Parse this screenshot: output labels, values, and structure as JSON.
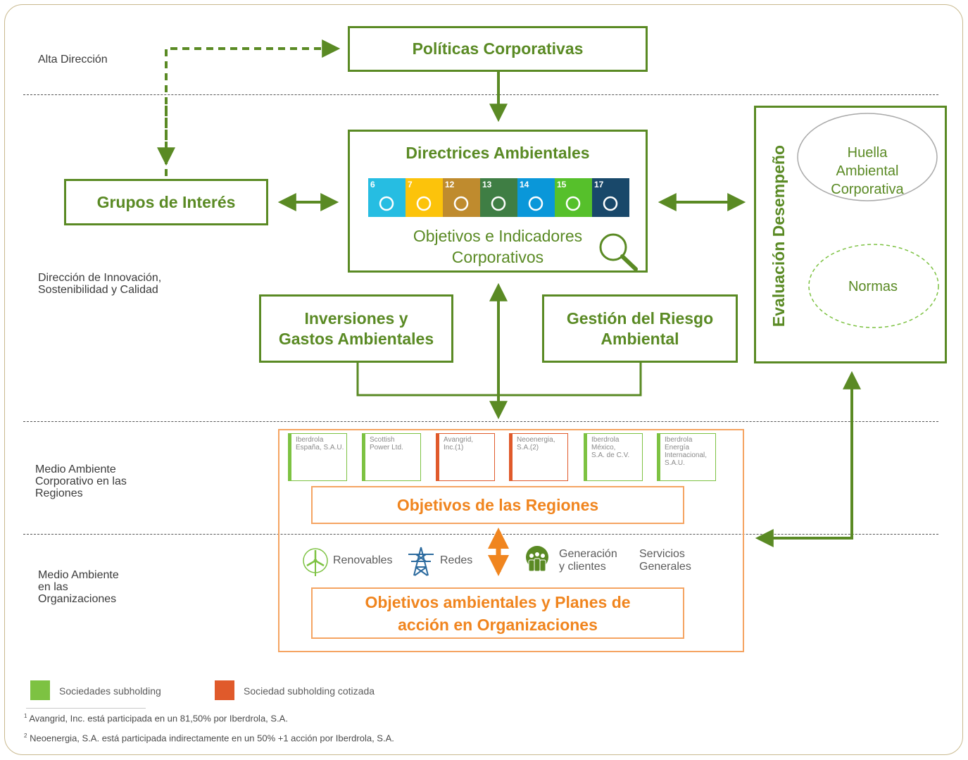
{
  "levels": {
    "alta": "Alta Dirección",
    "innovacion_1": "Dirección de Innovación,",
    "innovacion_2": "Sostenibilidad y Calidad",
    "regiones_1": "Medio Ambiente",
    "regiones_2": "Corporativo en las",
    "regiones_3": "Regiones",
    "org_1": "Medio Ambiente",
    "org_2": "en las",
    "org_3": "Organizaciones"
  },
  "boxes": {
    "politicas": "Políticas Corporativas",
    "directrices": "Directrices Ambientales",
    "objetivos_1": "Objetivos e Indicadores",
    "objetivos_2": "Corporativos",
    "grupos": "Grupos de Interés",
    "inversiones_1": "Inversiones y",
    "inversiones_2": "Gastos Ambientales",
    "riesgo_1": "Gestión del Riesgo",
    "riesgo_2": "Ambiental",
    "evaluacion": "Evaluación Desempeño",
    "huella_1": "Huella",
    "huella_2": "Ambiental",
    "huella_3": "Corporativa",
    "normas": "Normas",
    "obj_regiones": "Objetivos de las Regiones",
    "obj_org_1": "Objetivos ambientales y Planes de",
    "obj_org_2": "acción en Organizaciones"
  },
  "sdgs": [
    {
      "num": "6",
      "color": "#26bde2"
    },
    {
      "num": "7",
      "color": "#fcc30b"
    },
    {
      "num": "12",
      "color": "#bf8b2e"
    },
    {
      "num": "13",
      "color": "#3f7e44"
    },
    {
      "num": "14",
      "color": "#0a97d9"
    },
    {
      "num": "15",
      "color": "#56c02b"
    },
    {
      "num": "17",
      "color": "#19486a"
    }
  ],
  "subholdings": [
    {
      "l1": "Iberdrola",
      "l2": "España, S.A.U.",
      "l3": "",
      "l4": ""
    },
    {
      "l1": "Scottish",
      "l2": "Power Ltd.",
      "l3": "",
      "l4": ""
    },
    {
      "l1": "Avangrid,",
      "l2": "Inc.(1)",
      "l3": "",
      "l4": ""
    },
    {
      "l1": "Neoenergia,",
      "l2": "S.A.(2)",
      "l3": "",
      "l4": ""
    },
    {
      "l1": "Iberdrola",
      "l2": "México,",
      "l3": "S.A. de C.V.",
      "l4": ""
    },
    {
      "l1": "Iberdrola",
      "l2": "Energía",
      "l3": "Internacional,",
      "l4": "S.A.U."
    }
  ],
  "organizations": {
    "renovables": "Renovables",
    "redes": "Redes",
    "generacion_1": "Generación",
    "generacion_2": "y clientes",
    "servicios_1": "Servicios",
    "servicios_2": "Generales"
  },
  "legend": {
    "subholding": "Sociedades subholding",
    "cotizada": "Sociedad subholding cotizada",
    "green": "#7dc242",
    "red": "#e05a2b"
  },
  "notes": {
    "n1_mark": "1",
    "n1": "Avangrid, Inc. está participada en un 81,50% por Iberdrola, S.A.",
    "n2_mark": "2",
    "n2": "Neoenergia, S.A. está participada indirectamente en un 50% +1 acción por Iberdrola, S.A."
  },
  "colors": {
    "green": "#5a8a24",
    "orange": "#f0851f"
  }
}
